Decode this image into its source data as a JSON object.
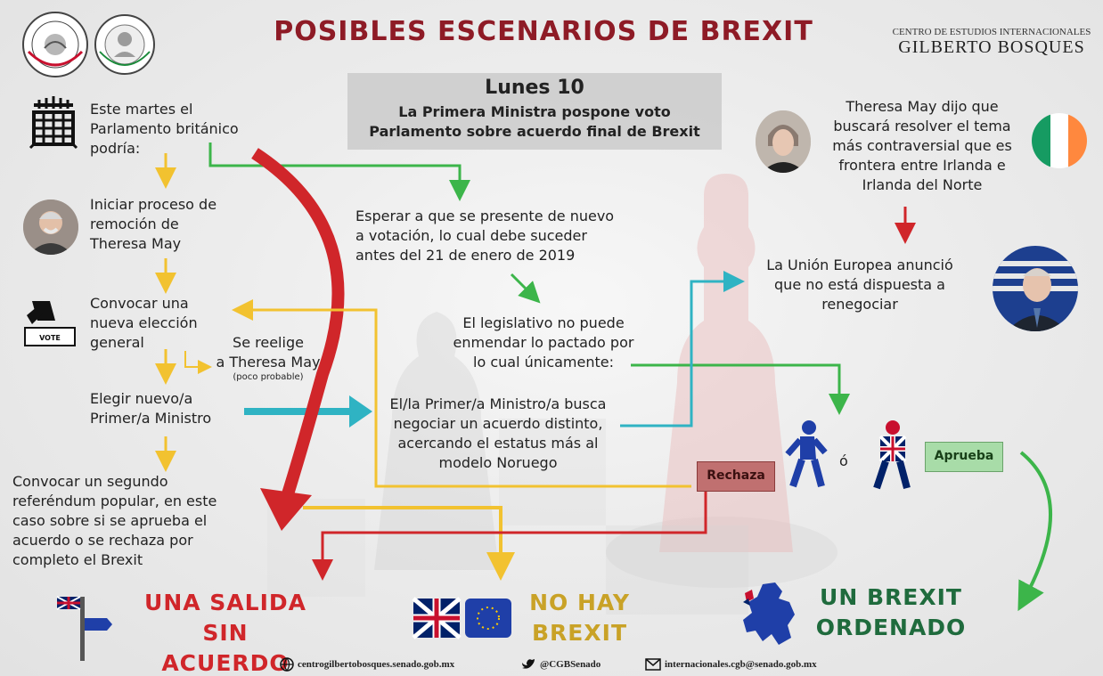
{
  "header": {
    "title": "POSIBLES ESCENARIOS DE BREXIT",
    "institution_line1": "CENTRO DE ESTUDIOS INTERNACIONALES",
    "institution_line2": "GILBERTO BOSQUES"
  },
  "date_box": {
    "day": "Lunes 10",
    "line1": "La Primera Ministra pospone voto",
    "line2": "Parlamento sobre acuerdo final de Brexit"
  },
  "left_column": {
    "parliament": [
      "Este martes el",
      "Parlamento británico",
      "podría:"
    ],
    "removal": [
      "Iniciar proceso de",
      "remoción de",
      "Theresa May"
    ],
    "election": [
      "Convocar una",
      "nueva elección",
      "general"
    ],
    "reelect": [
      "Se reelige",
      "a Theresa May"
    ],
    "reelect_note": "(poco probable)",
    "new_pm": [
      "Elegir nuevo/a",
      "Primer/a Ministro"
    ],
    "referendum": [
      "Convocar un segundo",
      "referéndum popular, en este",
      "caso sobre si se aprueba el",
      "acuerdo o se rechaza por",
      "completo el Brexit"
    ],
    "vote_label": "VOTE"
  },
  "center_column": {
    "wait": [
      "Esperar a que se presente de nuevo",
      "a votación, lo cual debe suceder",
      "antes del 21 de enero de 2019"
    ],
    "cannot_amend": [
      "El legislativo no puede",
      "enmendar lo pactado por",
      "lo cual únicamente:"
    ],
    "negotiate": [
      "El/la Primer/a Ministro/a busca",
      "negociar un acuerdo distinto,",
      "acercando el estatus más al",
      "modelo Noruego"
    ]
  },
  "right_column": {
    "may_said": [
      "Theresa May dijo que",
      "buscará resolver el tema",
      "más contraversial que es",
      "frontera entre Irlanda e",
      "Irlanda del Norte"
    ],
    "eu_announced": [
      "La Unión Europea anunció",
      "que no está dispuesta a",
      "renegociar"
    ]
  },
  "decision": {
    "reject": "Rechaza",
    "or": "ó",
    "approve": "Aprueba"
  },
  "outcomes": {
    "no_deal": [
      "UNA SALIDA SIN",
      "ACUERDO"
    ],
    "no_brexit": [
      "NO HAY",
      "BREXIT"
    ],
    "orderly": [
      "UN BREXIT",
      "ORDENADO"
    ]
  },
  "footer": {
    "website": "centrogilbertobosques.senado.gob.mx",
    "twitter": "@CGBSenado",
    "email": "internacionales.cgb@senado.gob.mx"
  },
  "colors": {
    "title": "#8e1b26",
    "arrow_red": "#d0262a",
    "arrow_yellow": "#f2c230",
    "arrow_green": "#3cb54a",
    "arrow_teal": "#2fb3c3",
    "outcome_red": "#d0262a",
    "outcome_yellow": "#c9a227",
    "outcome_green": "#1f6b3d"
  }
}
